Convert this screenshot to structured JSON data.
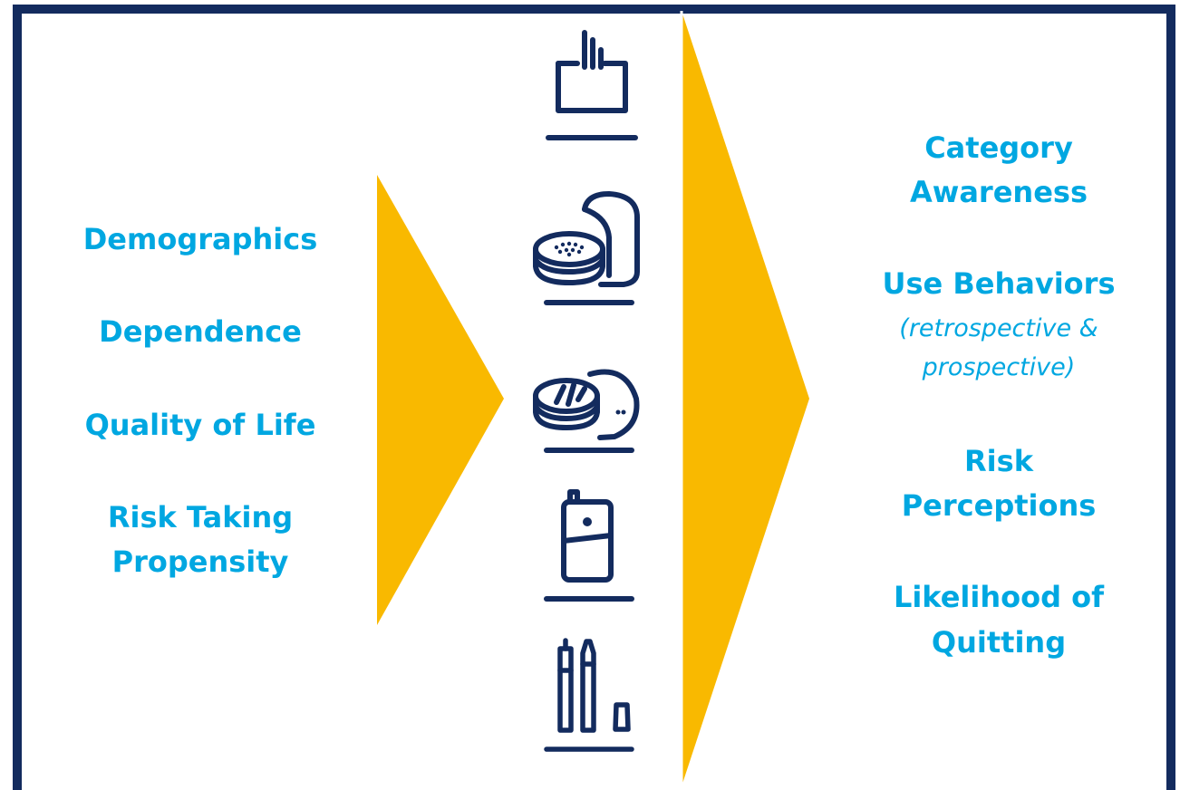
{
  "colors": {
    "frame": "#132B5E",
    "arrow": "#F9B900",
    "text": "#00A7E1",
    "icon": "#132B5E",
    "background": "#FFFFFF"
  },
  "inputs": [
    "Demographics",
    "Dependence",
    "Quality of Life",
    "Risk Taking",
    "Propensity"
  ],
  "products": [
    {
      "icon": "cigarette-pack-icon"
    },
    {
      "icon": "moist-snuff-tin-icon"
    },
    {
      "icon": "snus-pouch-tin-icon"
    },
    {
      "icon": "e-cigarette-icon"
    },
    {
      "icon": "vape-pens-icon"
    }
  ],
  "outcomes": {
    "category": "Category",
    "awareness": "Awareness",
    "use_behaviors": "Use Behaviors",
    "use_note_1": "(retrospective &",
    "use_note_2": "prospective)",
    "risk": "Risk",
    "perceptions": "Perceptions",
    "likelihood": "Likelihood of",
    "quitting": "Quitting"
  }
}
